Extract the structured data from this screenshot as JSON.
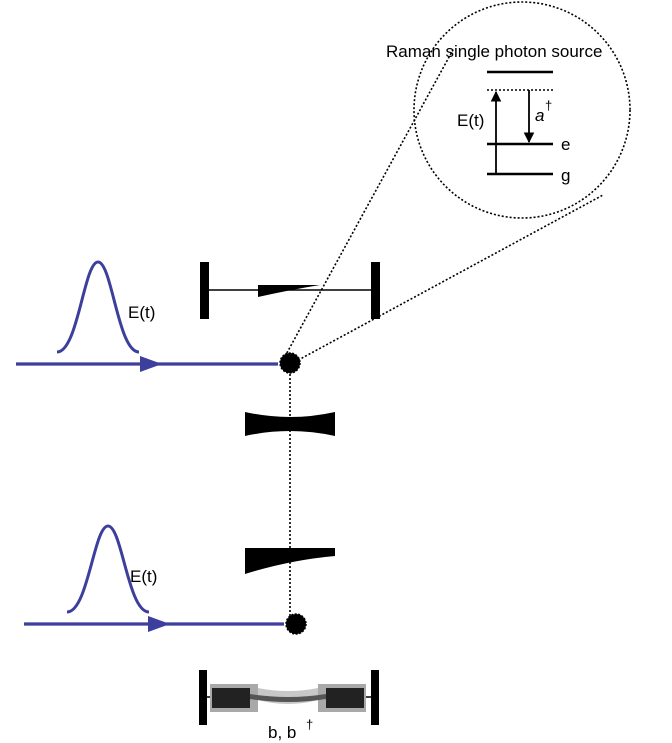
{
  "diagram": {
    "inset_title": "Raman single photon source",
    "inset": {
      "drive_label": "E(t)",
      "cavity_label": "a",
      "cavity_dagger": "†",
      "level_e": "e",
      "level_g": "g"
    },
    "pulse_top_label": "E(t)",
    "pulse_bottom_label": "E(t)",
    "mechanics_label": "b, b",
    "mechanics_dagger": "†"
  },
  "colors": {
    "beam": "#3d3f9c",
    "ink": "#000000",
    "membrane_gray": "#a9a9a9"
  }
}
